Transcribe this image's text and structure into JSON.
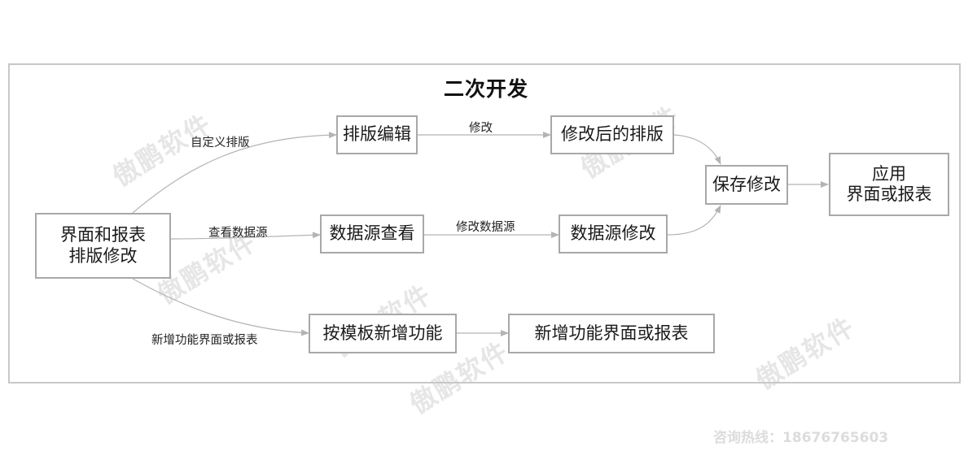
{
  "diagram": {
    "title": "二次开发",
    "nodes": {
      "start": "界面和报表\n排版修改",
      "layout_edit": "排版编辑",
      "modified_layout": "修改后的排版",
      "save_modify": "保存修改",
      "apply": "应用\n界面或报表",
      "datasource_view": "数据源查看",
      "datasource_modify": "数据源修改",
      "template_add": "按模板新增功能",
      "new_feature": "新增功能界面或报表"
    },
    "edge_labels": {
      "custom_layout": "自定义排版",
      "modify": "修改",
      "view_datasource": "查看数据源",
      "modify_datasource": "修改数据源",
      "add_feature": "新增功能界面或报表"
    }
  },
  "watermark": {
    "text": "傲鹏软件",
    "hotline": "咨询热线：18676765603"
  },
  "colors": {
    "node_border": "#a8a8a8",
    "edge": "#b4b4b4",
    "frame_border": "#c8c8c8",
    "watermark": "#e6e6e6"
  }
}
